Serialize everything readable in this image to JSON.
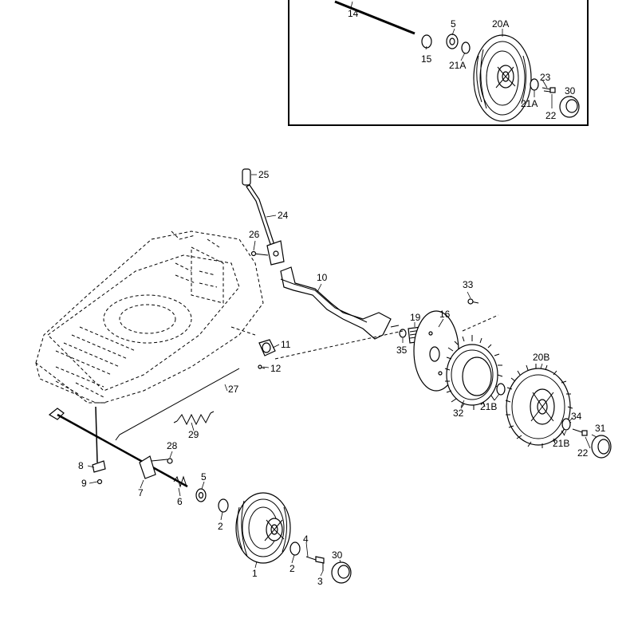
{
  "callouts": {
    "c1": "1",
    "c2a": "2",
    "c2b": "2",
    "c3": "3",
    "c4": "4",
    "c5a": "5",
    "c5b": "5",
    "c6": "6",
    "c7": "7",
    "c8": "8",
    "c9": "9",
    "c10": "10",
    "c11": "11",
    "c12": "12",
    "c14": "14",
    "c15": "15",
    "c16": "16",
    "c19": "19",
    "c20a": "20A",
    "c20b": "20B",
    "c21a1": "21A",
    "c21a2": "21A",
    "c21b1": "21B",
    "c21b2": "21B",
    "c22a": "22",
    "c22b": "22",
    "c23": "23",
    "c24": "24",
    "c25": "25",
    "c26": "26",
    "c27": "27",
    "c28": "28",
    "c29": "29",
    "c30a": "30",
    "c30b": "30",
    "c31": "31",
    "c32": "32",
    "c33": "33",
    "c34": "34",
    "c35": "35"
  }
}
